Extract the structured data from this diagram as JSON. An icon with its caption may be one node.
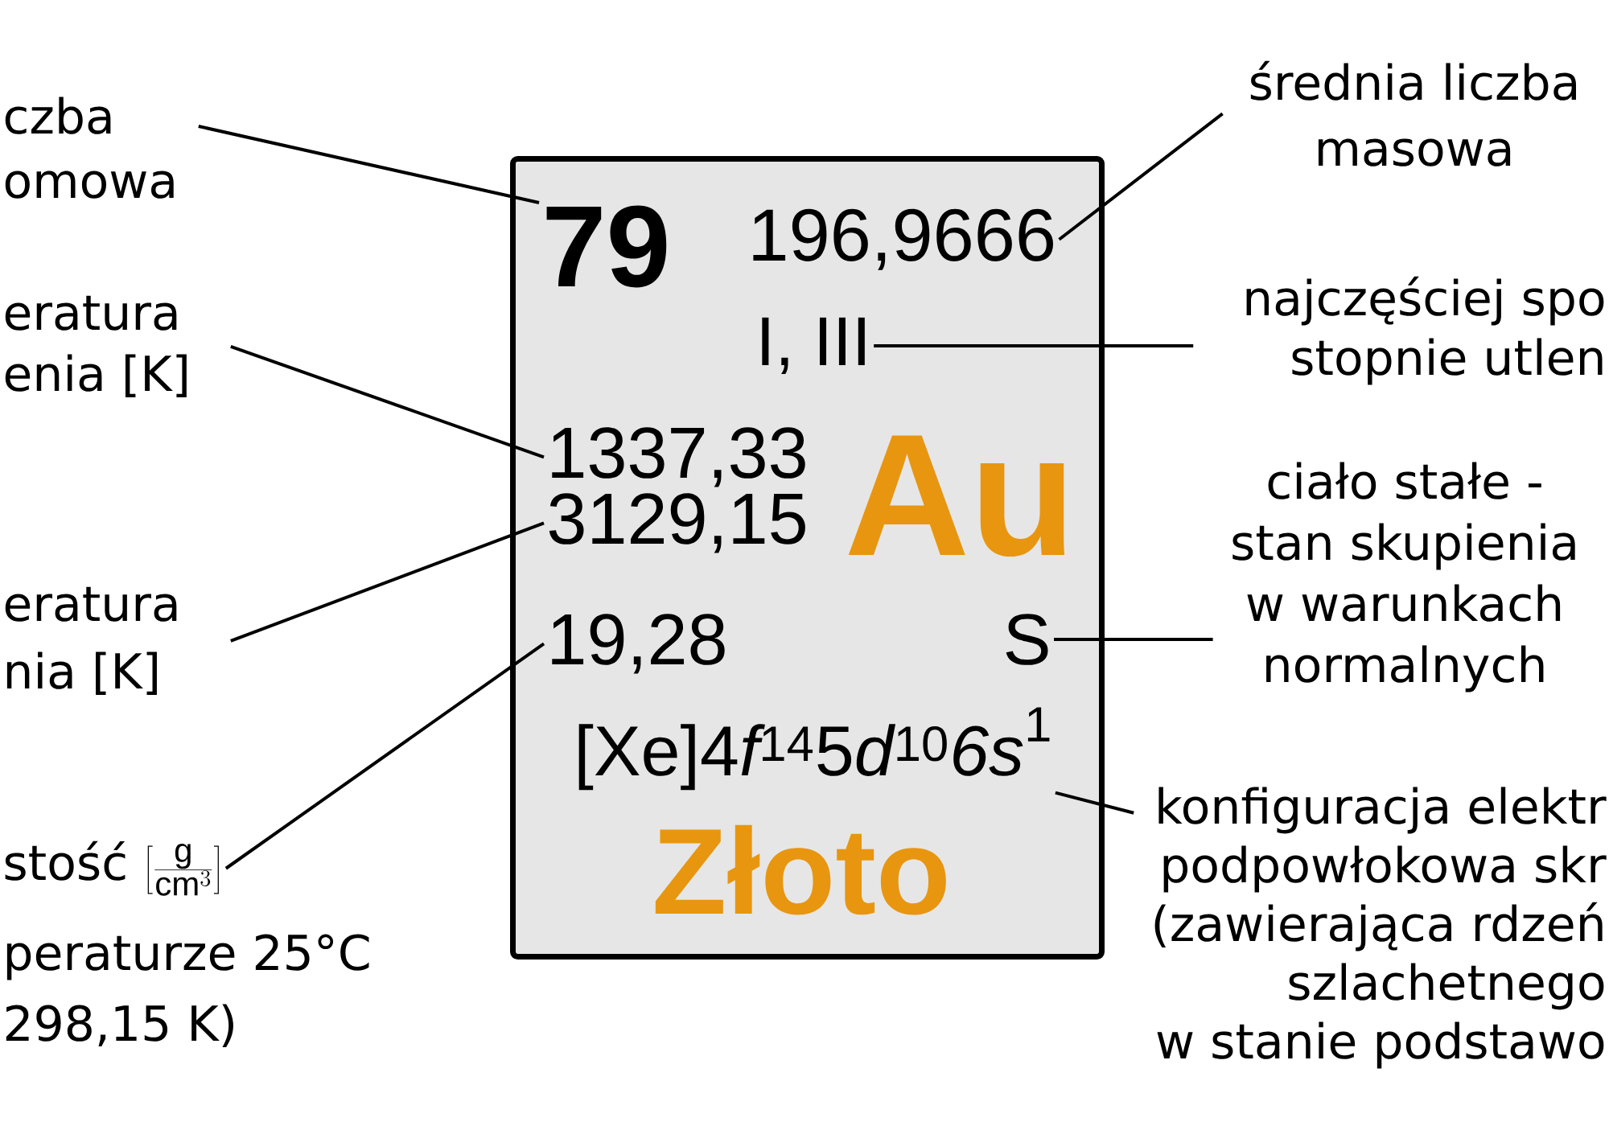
{
  "diagram": {
    "nodes": [
      {
        "text": [],
        "shape": "box"
      },
      {
        "text": [
          "79"
        ],
        "in": 0
      },
      {
        "text": [
          "196,9666"
        ],
        "in": 0
      },
      {
        "text": [
          "I, III"
        ],
        "in": 0
      },
      {
        "text": [
          "1337,33"
        ],
        "in": 0
      },
      {
        "text": [
          "3129,15"
        ],
        "in": 0
      },
      {
        "text": [
          "Au"
        ],
        "in": 0
      },
      {
        "text": [
          "19,28"
        ],
        "in": 0
      },
      {
        "text": [
          "S"
        ],
        "in": 0
      },
      {
        "text": [
          "\\mbox{[Xe]4}{\\mathit{f}}^{\\mathrm{14}}\\mathrm{5}{\\mathit{d}}^{\\mathrm{10}}{\\mathit{6s}}^{\\mathrm{1}}"
        ],
        "in": 0
      },
      {
        "text": [
          "Złoto"
        ],
        "in": 0
      },
      {
        "text": [
          "czba omowa"
        ]
      },
      {
        "text": [
          "eratura enia [K]"
        ]
      },
      {
        "text": [
          "eratura nia [K]"
        ]
      },
      {
        "text": [
          "stość",
          "\\left[\\frac{\\mathrm{g}}{\\mathrm{cm}^{3}}\\right]",
          "peraturze 25°C 298,15 K)"
        ]
      },
      {
        "text": [
          "średnia liczba masowa"
        ]
      },
      {
        "text": [
          "najczęściej spo stopnie utlen"
        ]
      },
      {
        "text": [
          "ciało stałe - stan skupienia w warunkach normalnych"
        ]
      },
      {
        "text": [
          "konfiguracja elektr podpowłokowa skr (zawierająca rdzeń szlachetnego w stanie podstawo"
        ]
      }
    ],
    "edges": [
      {
        "from": 11,
        "to": 1,
        "arrow": "none"
      },
      {
        "from": 12,
        "to": 4,
        "arrow": "none"
      },
      {
        "from": 13,
        "to": 5,
        "arrow": "none"
      },
      {
        "from": 14,
        "to": 7,
        "arrow": "none"
      },
      {
        "from": 15,
        "to": 2,
        "arrow": "none"
      },
      {
        "from": 16,
        "to": 3,
        "arrow": "none"
      },
      {
        "from": 17,
        "to": 8,
        "arrow": "none"
      },
      {
        "from": 18,
        "to": 9,
        "arrow": "none"
      }
    ]
  }
}
